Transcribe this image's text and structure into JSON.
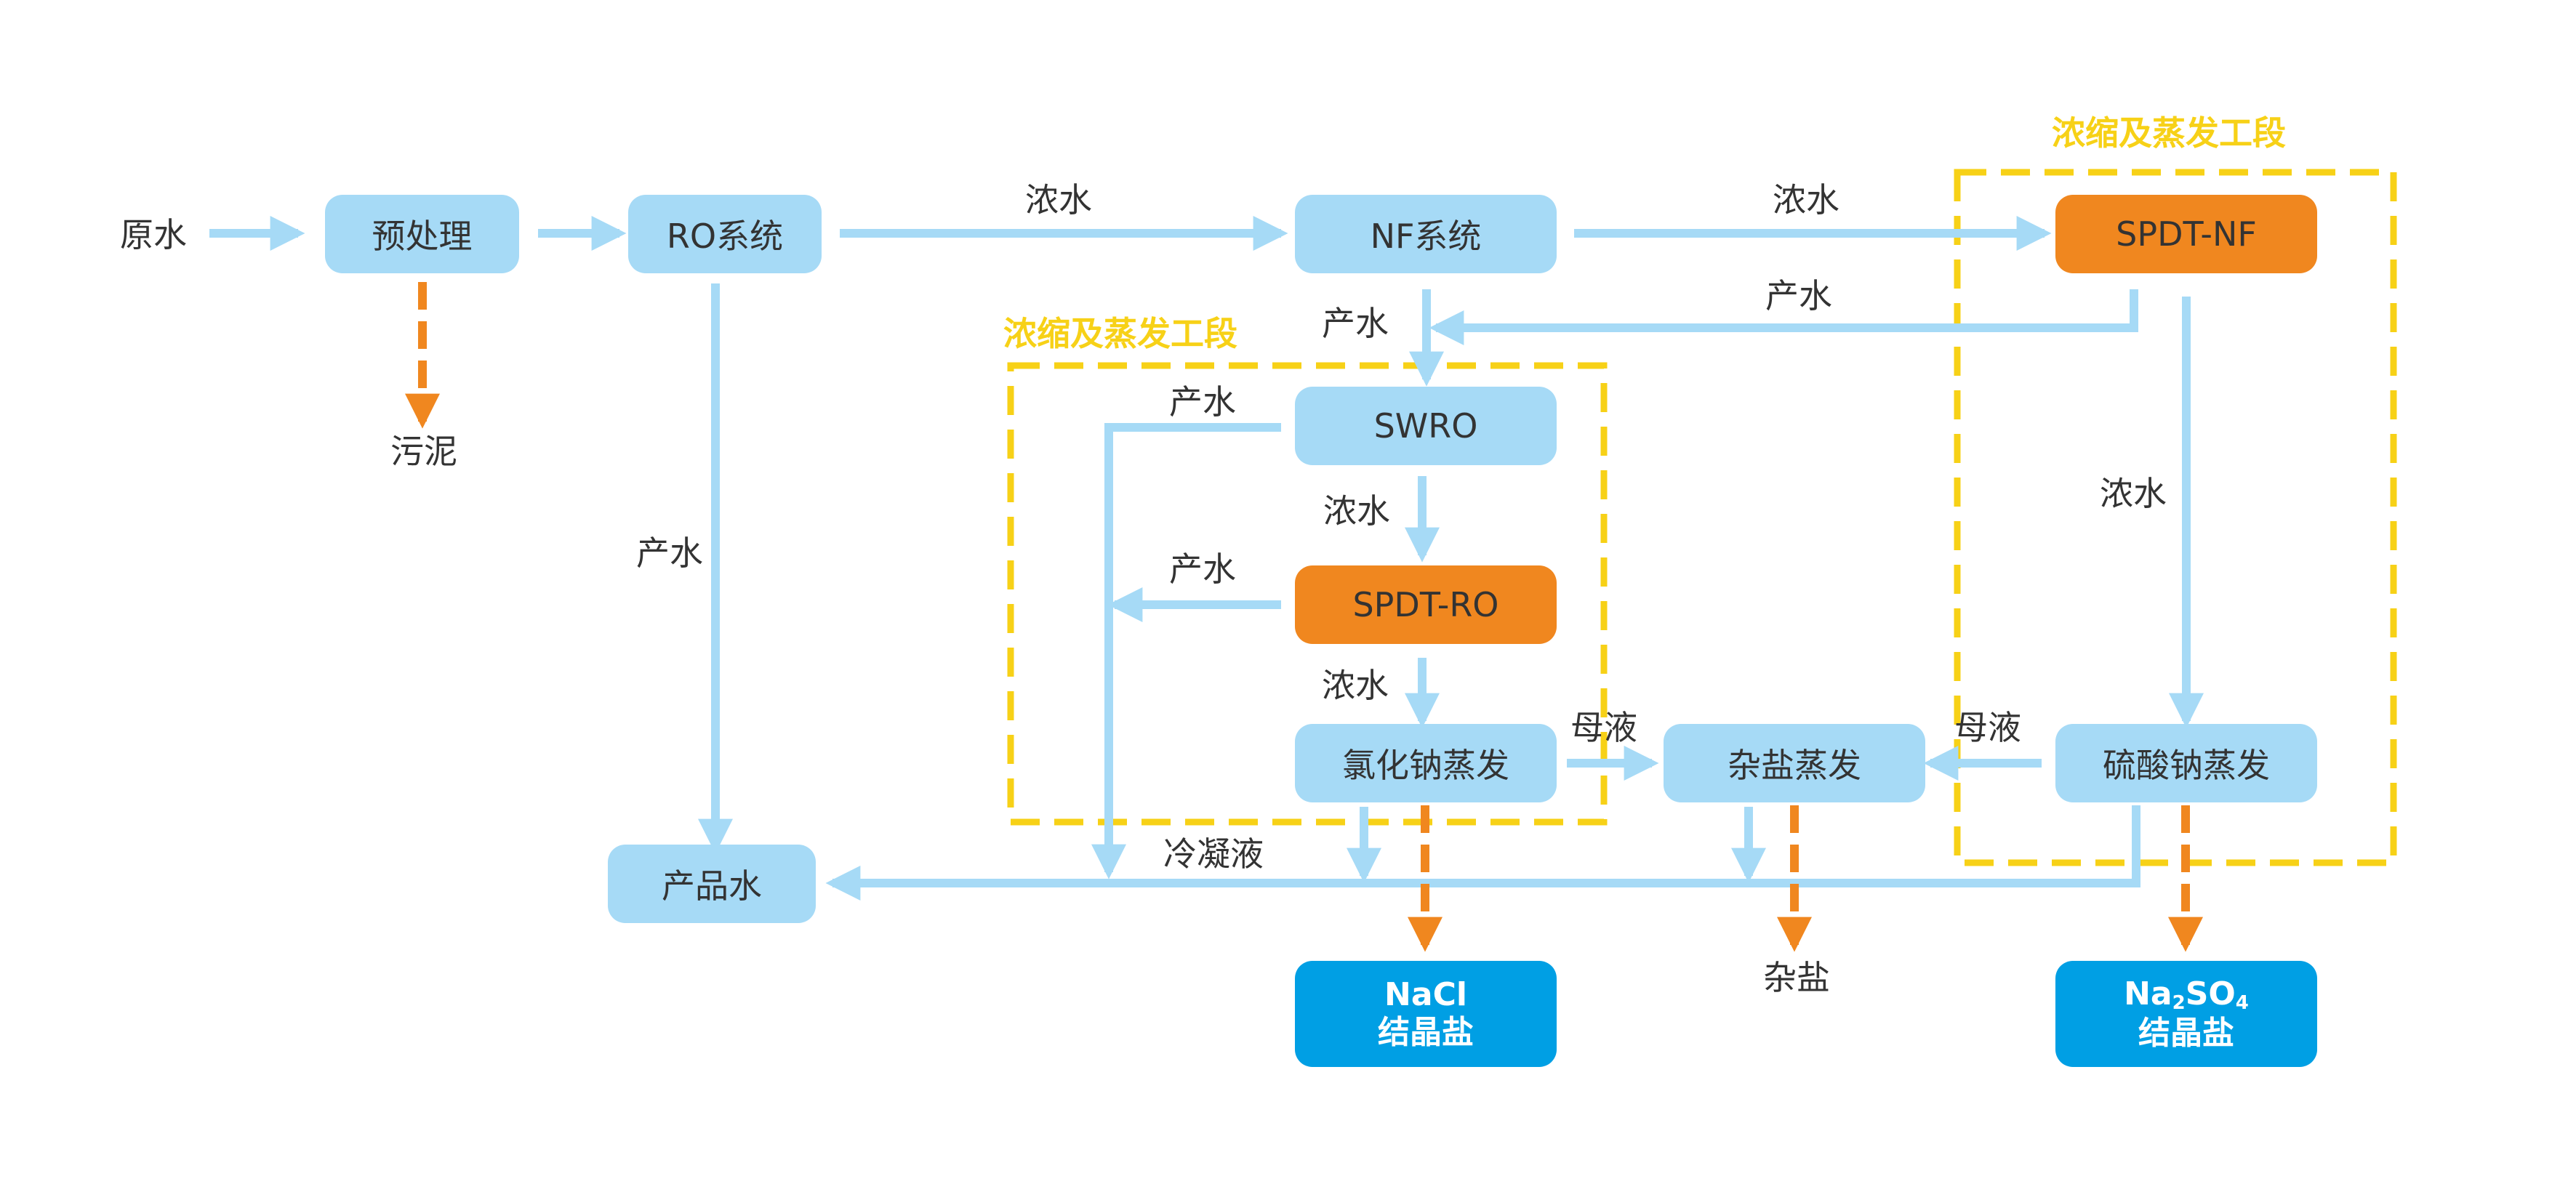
{
  "colors": {
    "box_blue": "#a6daf6",
    "box_orange": "#f0871f",
    "box_product": "#009fe4",
    "flow_arrow": "#a6daf6",
    "sludge_arrow": "#f0871f",
    "stage_border": "#f7d117"
  },
  "stages": [
    "浓缩及蒸发工段",
    "浓缩及蒸发工段"
  ],
  "nodes": {
    "raw_water": "原水",
    "pretreatment": "预处理",
    "sludge": "污泥",
    "ro_system": "RO系统",
    "nf_system": "NF系统",
    "spdt_nf": "SPDT-NF",
    "swro": "SWRO",
    "spdt_ro": "SPDT-RO",
    "nacl_evap": "氯化钠蒸发",
    "mixed_salt_evap": "杂盐蒸发",
    "na2so4_evap": "硫酸钠蒸发",
    "product_water": "产品水",
    "nacl_salt_line1": "NaCl",
    "nacl_salt_line2": "结晶盐",
    "na2so4_prefix_1": "Na",
    "na2so4_sub_1": "2",
    "na2so4_prefix_2": "SO",
    "na2so4_sub_2": "4",
    "na2so4_salt_line2": "结晶盐",
    "mixed_salt": "杂盐"
  },
  "flow_labels": {
    "ro_to_nf": "浓水",
    "nf_to_spdtnf": "浓水",
    "spdtnf_product": "产水",
    "nf_product": "产水",
    "swro_product": "产水",
    "ro_product": "产水",
    "swro_concentrate": "浓水",
    "spdtro_product": "产水",
    "spdtro_concentrate": "浓水",
    "spdtnf_concentrate": "浓水",
    "mother_liquor_left": "母液",
    "mother_liquor_right": "母液",
    "condensate": "冷凝液"
  }
}
